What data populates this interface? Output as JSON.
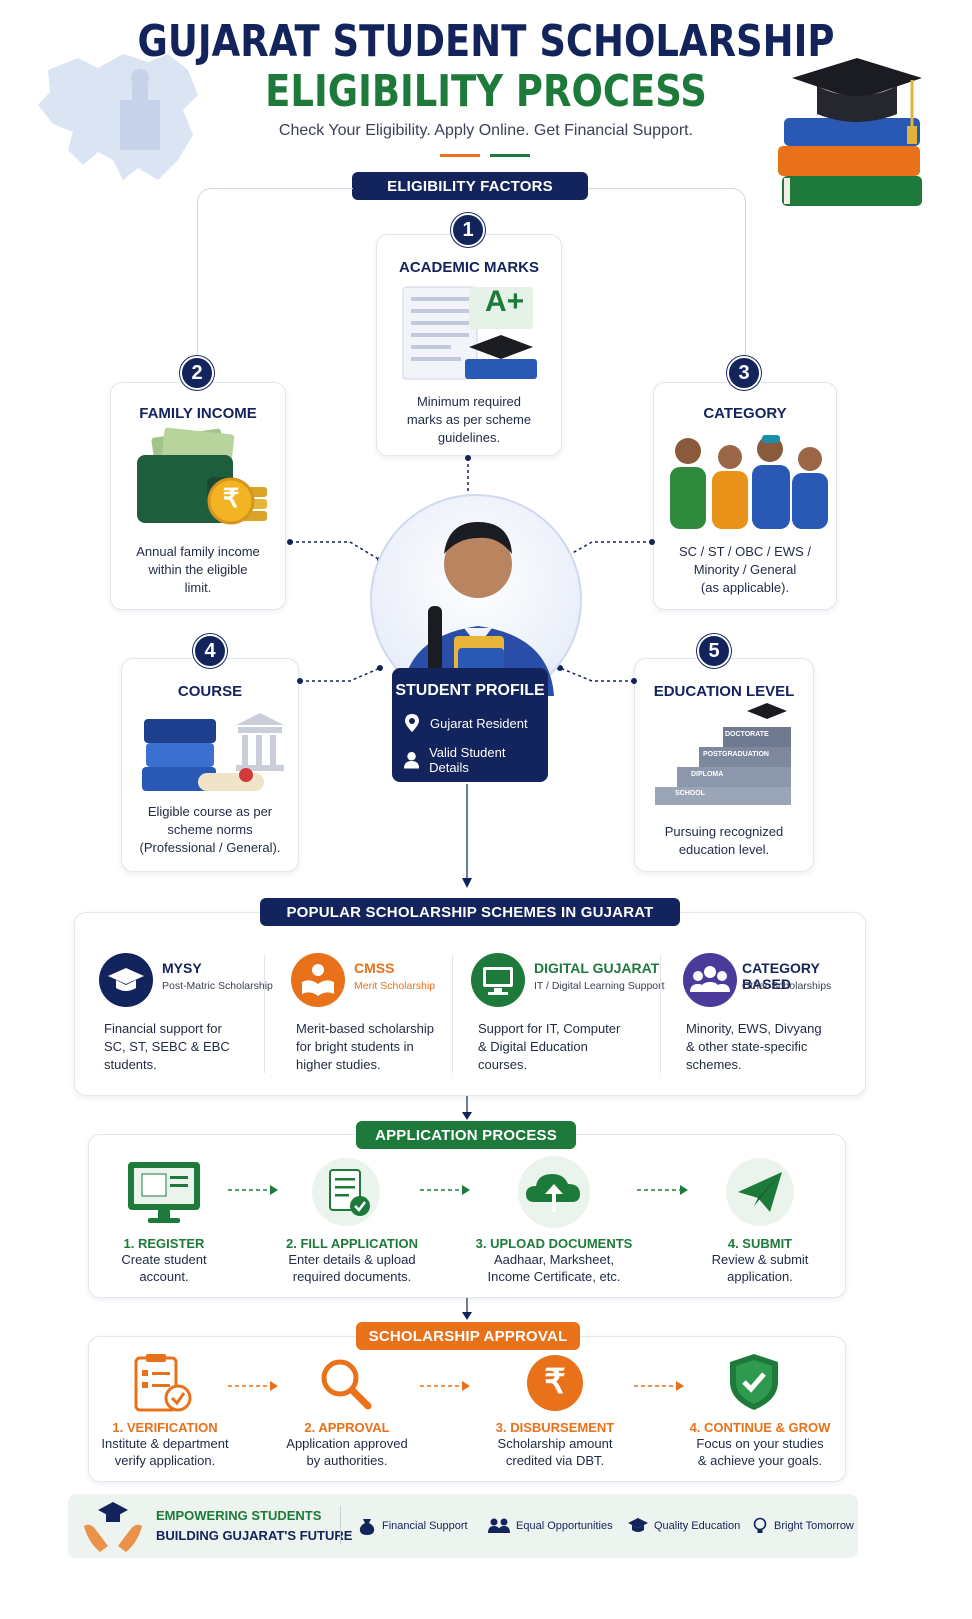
{
  "header": {
    "title_line1": "GUJARAT STUDENT SCHOLARSHIP",
    "title_line2": "ELIGIBILITY PROCESS",
    "tagline": "Check Your Eligibility. Apply Online. Get Financial Support."
  },
  "eligibility": {
    "heading": "ELIGIBILITY FACTORS",
    "factors": [
      {
        "number": "1",
        "title": "ACADEMIC MARKS",
        "desc": [
          "Minimum required",
          "marks as per scheme",
          "guidelines."
        ],
        "grade_text": "A+"
      },
      {
        "number": "2",
        "title": "FAMILY INCOME",
        "desc": [
          "Annual family income",
          "within the eligible",
          "limit."
        ],
        "currency": "₹"
      },
      {
        "number": "3",
        "title": "CATEGORY",
        "desc": [
          "SC / ST / OBC / EWS /",
          "Minority / General",
          "(as applicable)."
        ]
      },
      {
        "number": "4",
        "title": "COURSE",
        "desc": [
          "Eligible course as per",
          "scheme norms",
          "(Professional / General)."
        ]
      },
      {
        "number": "5",
        "title": "EDUCATION LEVEL",
        "desc": [
          "Pursuing recognized",
          "education level."
        ],
        "stairs": [
          "DOCTORATE",
          "POSTGRADUATION",
          "DIPLOMA",
          "SCHOOL"
        ]
      }
    ]
  },
  "student_profile": {
    "title": "STUDENT PROFILE",
    "items": [
      "Gujarat Resident",
      "Valid Student Details"
    ]
  },
  "schemes": {
    "heading": "POPULAR SCHOLARSHIP SCHEMES IN GUJARAT",
    "items": [
      {
        "name": "MYSY",
        "sub": "Post-Matric Scholarship",
        "desc": [
          "Financial support for",
          "SC, ST, SEBC & EBC",
          "students."
        ],
        "color": "#13235b",
        "name_color": "#13235b"
      },
      {
        "name": "CMSS",
        "sub": "Merit Scholarship",
        "desc": [
          "Merit-based scholarship",
          "for bright students in",
          "higher studies."
        ],
        "color": "#e8711a",
        "name_color": "#e8711a"
      },
      {
        "name": "DIGITAL GUJARAT",
        "sub": "IT / Digital Learning Support",
        "desc": [
          "Support for IT, Computer",
          "& Digital Education",
          "courses."
        ],
        "color": "#1e7a3a",
        "name_color": "#1e7a3a"
      },
      {
        "name": "CATEGORY BASED",
        "sub": "Other Scholarships",
        "desc": [
          "Minority, EWS, Divyang",
          "& other state-specific",
          "schemes."
        ],
        "color": "#4b3a9a",
        "name_color": "#13235b"
      }
    ]
  },
  "application": {
    "heading": "APPLICATION PROCESS",
    "steps": [
      {
        "title": "1. REGISTER",
        "desc": [
          "Create student",
          "account."
        ]
      },
      {
        "title": "2. FILL APPLICATION",
        "desc": [
          "Enter details & upload",
          "required documents."
        ]
      },
      {
        "title": "3. UPLOAD DOCUMENTS",
        "desc": [
          "Aadhaar, Marksheet,",
          "Income Certificate, etc."
        ]
      },
      {
        "title": "4. SUBMIT",
        "desc": [
          "Review & submit",
          "application."
        ]
      }
    ]
  },
  "approval": {
    "heading": "SCHOLARSHIP APPROVAL",
    "currency": "₹",
    "steps": [
      {
        "title": "1. VERIFICATION",
        "desc": [
          "Institute & department",
          "verify application."
        ]
      },
      {
        "title": "2. APPROVAL",
        "desc": [
          "Application approved",
          "by authorities."
        ]
      },
      {
        "title": "3. DISBURSEMENT",
        "desc": [
          "Scholarship amount",
          "credited via DBT."
        ]
      },
      {
        "title": "4. CONTINUE & GROW",
        "desc": [
          "Focus on your studies",
          "& achieve your goals."
        ]
      }
    ]
  },
  "footer": {
    "line1": "EMPOWERING STUDENTS",
    "line2": "BUILDING GUJARAT'S FUTURE",
    "items": [
      "Financial Support",
      "Equal Opportunities",
      "Quality Education",
      "Bright Tomorrow"
    ]
  },
  "colors": {
    "navy": "#13235b",
    "green": "#1e7a3a",
    "orange": "#e8711a"
  }
}
